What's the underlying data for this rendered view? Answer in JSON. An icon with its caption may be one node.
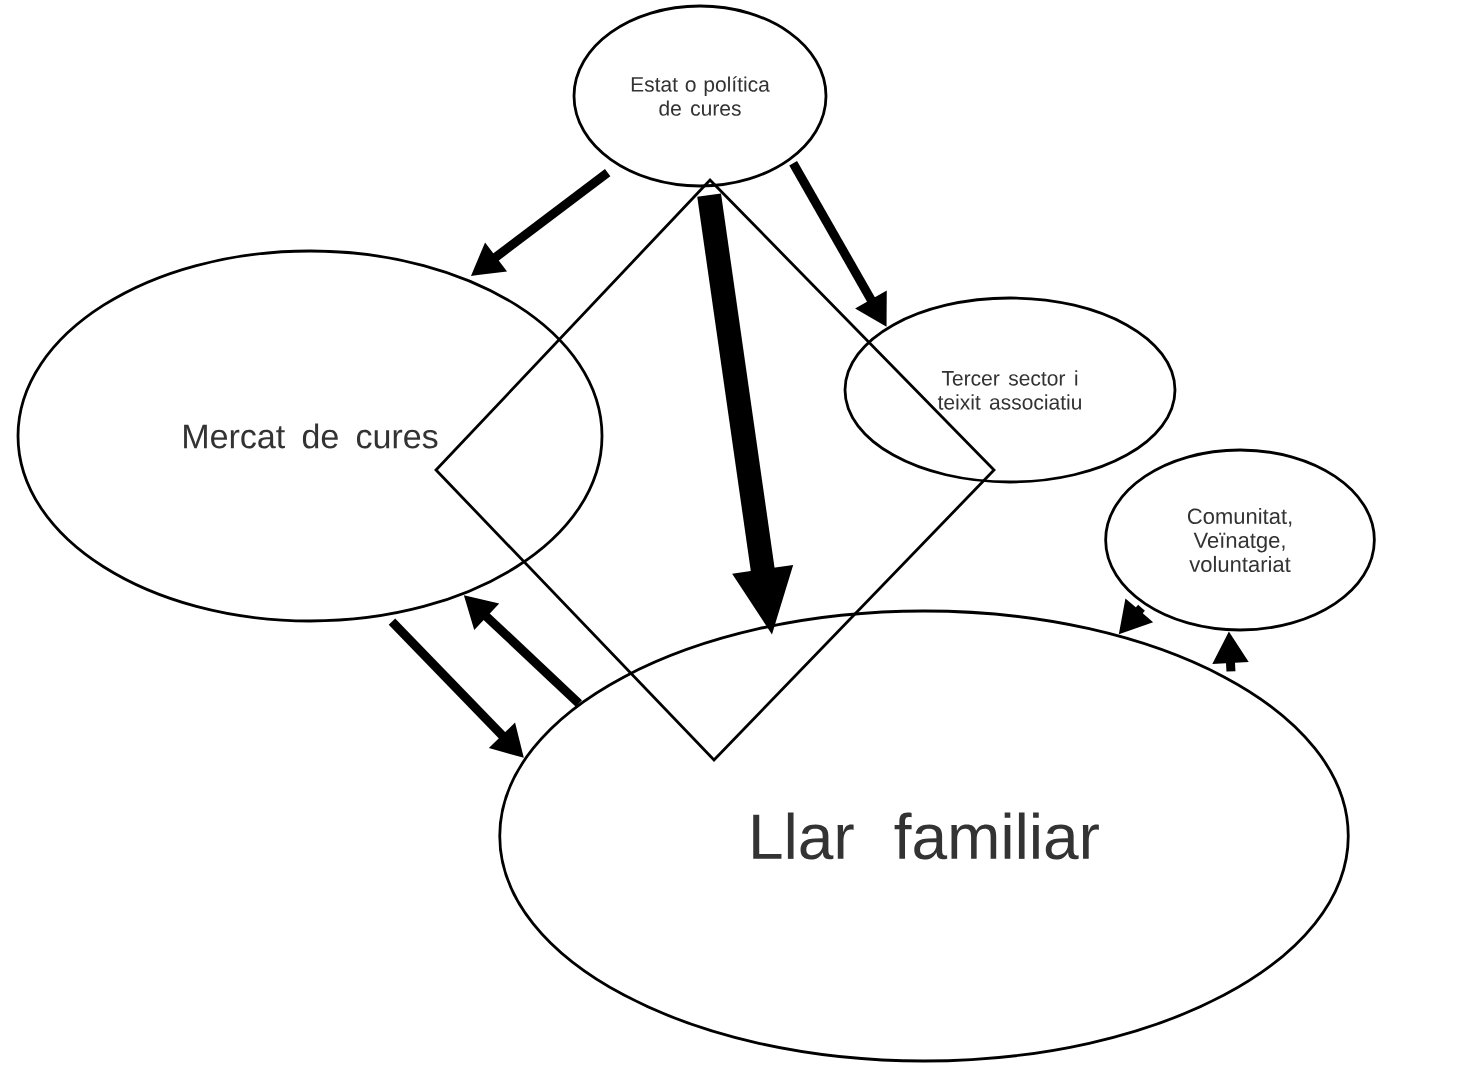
{
  "diagram": {
    "nodes": [
      {
        "text": [
          "Estat o política de cures"
        ]
      },
      {
        "text": [
          "Mercat de cures"
        ]
      },
      {
        "text": [
          "Tercer sector i teixit associatiu"
        ]
      },
      {
        "text": [
          "Comunitat, Veïnatge, voluntariat"
        ]
      },
      {
        "text": [
          "Llar familiar"
        ]
      }
    ],
    "edges": [
      {
        "from": 0,
        "to": 1,
        "arrow": "to"
      },
      {
        "from": 0,
        "to": 2,
        "arrow": "to"
      },
      {
        "from": 0,
        "to": 4,
        "arrow": "to",
        "style": "thick"
      },
      {
        "from": 1,
        "to": 4,
        "arrow": "to"
      },
      {
        "from": 4,
        "to": 1,
        "arrow": "to"
      },
      {
        "from": 3,
        "to": 4,
        "arrow": "to"
      },
      {
        "from": 4,
        "to": 3,
        "arrow": "to"
      }
    ]
  }
}
